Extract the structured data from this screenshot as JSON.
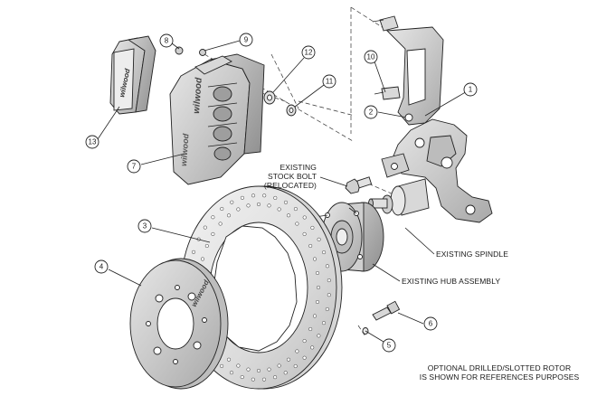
{
  "callouts": [
    "1",
    "2",
    "3",
    "4",
    "5",
    "6",
    "7",
    "8",
    "9",
    "10",
    "11",
    "12",
    "13"
  ],
  "labels": {
    "existing_stock_bolt": [
      "EXISTING",
      "STOCK BOLT",
      "(RELOCATED)"
    ],
    "existing_spindle": "EXISTING SPINDLE",
    "existing_hub_assembly": "EXISTING HUB ASSEMBLY",
    "optional_note": [
      "OPTIONAL DRILLED/SLOTTED ROTOR",
      "IS SHOWN FOR REFERENCES PURPOSES"
    ]
  },
  "logos": [
    "wilwood",
    "wilwood",
    "wilwood",
    "wilwood"
  ]
}
